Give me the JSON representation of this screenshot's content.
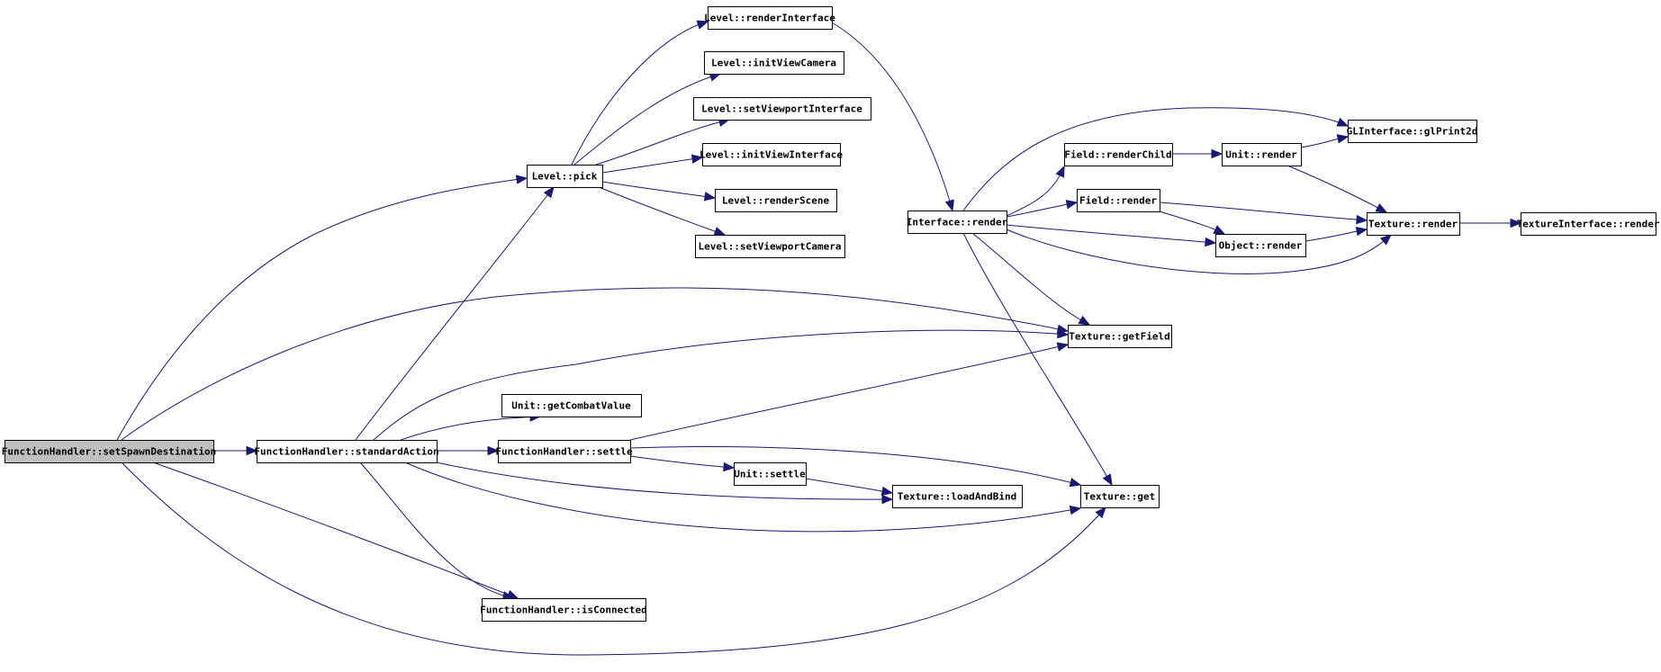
{
  "graph": {
    "title": "",
    "colors": {
      "edge": "#191970",
      "root_fill": "#bfbfbf",
      "node_fill": "#ffffff",
      "node_border": "#000000"
    },
    "nodes": [
      {
        "id": "setSpawnDestination",
        "label": "FunctionHandler::setSpawnDestination",
        "root": true
      },
      {
        "id": "standardAction",
        "label": "FunctionHandler::standardAction"
      },
      {
        "id": "pick",
        "label": "Level::pick"
      },
      {
        "id": "renderInterface",
        "label": "Level::renderInterface"
      },
      {
        "id": "initViewCamera",
        "label": "Level::initViewCamera"
      },
      {
        "id": "setViewportInterface",
        "label": "Level::setViewportInterface"
      },
      {
        "id": "initViewInterface",
        "label": "Level::initViewInterface"
      },
      {
        "id": "renderScene",
        "label": "Level::renderScene"
      },
      {
        "id": "setViewportCamera",
        "label": "Level::setViewportCamera"
      },
      {
        "id": "interfaceRender",
        "label": "Interface::render"
      },
      {
        "id": "fieldRenderChild",
        "label": "Field::renderChild"
      },
      {
        "id": "fieldRender",
        "label": "Field::render"
      },
      {
        "id": "unitRender",
        "label": "Unit::render"
      },
      {
        "id": "objectRender",
        "label": "Object::render"
      },
      {
        "id": "glPrint2d",
        "label": "GLInterface::glPrint2d"
      },
      {
        "id": "textureRender",
        "label": "Texture::render"
      },
      {
        "id": "textureInterfaceRender",
        "label": "TextureInterface::render"
      },
      {
        "id": "getField",
        "label": "Texture::getField"
      },
      {
        "id": "getCombatValue",
        "label": "Unit::getCombatValue"
      },
      {
        "id": "fhSettle",
        "label": "FunctionHandler::settle"
      },
      {
        "id": "unitSettle",
        "label": "Unit::settle"
      },
      {
        "id": "loadAndBind",
        "label": "Texture::loadAndBind"
      },
      {
        "id": "textureGet",
        "label": "Texture::get"
      },
      {
        "id": "isConnected",
        "label": "FunctionHandler::isConnected"
      }
    ],
    "edges": [
      {
        "from": "setSpawnDestination",
        "to": "pick"
      },
      {
        "from": "setSpawnDestination",
        "to": "getField"
      },
      {
        "from": "setSpawnDestination",
        "to": "standardAction"
      },
      {
        "from": "setSpawnDestination",
        "to": "isConnected"
      },
      {
        "from": "setSpawnDestination",
        "to": "textureGet"
      },
      {
        "from": "standardAction",
        "to": "pick"
      },
      {
        "from": "standardAction",
        "to": "getField"
      },
      {
        "from": "standardAction",
        "to": "getCombatValue"
      },
      {
        "from": "standardAction",
        "to": "fhSettle"
      },
      {
        "from": "standardAction",
        "to": "loadAndBind"
      },
      {
        "from": "standardAction",
        "to": "textureGet"
      },
      {
        "from": "standardAction",
        "to": "isConnected"
      },
      {
        "from": "pick",
        "to": "renderInterface"
      },
      {
        "from": "pick",
        "to": "initViewCamera"
      },
      {
        "from": "pick",
        "to": "setViewportInterface"
      },
      {
        "from": "pick",
        "to": "initViewInterface"
      },
      {
        "from": "pick",
        "to": "renderScene"
      },
      {
        "from": "pick",
        "to": "setViewportCamera"
      },
      {
        "from": "renderInterface",
        "to": "interfaceRender"
      },
      {
        "from": "interfaceRender",
        "to": "glPrint2d"
      },
      {
        "from": "interfaceRender",
        "to": "fieldRenderChild"
      },
      {
        "from": "interfaceRender",
        "to": "fieldRender"
      },
      {
        "from": "interfaceRender",
        "to": "objectRender"
      },
      {
        "from": "interfaceRender",
        "to": "textureRender"
      },
      {
        "from": "interfaceRender",
        "to": "getField"
      },
      {
        "from": "interfaceRender",
        "to": "textureGet"
      },
      {
        "from": "fieldRenderChild",
        "to": "unitRender"
      },
      {
        "from": "unitRender",
        "to": "glPrint2d"
      },
      {
        "from": "unitRender",
        "to": "textureRender"
      },
      {
        "from": "fieldRender",
        "to": "textureRender"
      },
      {
        "from": "fieldRender",
        "to": "objectRender"
      },
      {
        "from": "objectRender",
        "to": "textureRender"
      },
      {
        "from": "textureRender",
        "to": "textureInterfaceRender"
      },
      {
        "from": "fhSettle",
        "to": "getField"
      },
      {
        "from": "fhSettle",
        "to": "unitSettle"
      },
      {
        "from": "fhSettle",
        "to": "textureGet"
      },
      {
        "from": "unitSettle",
        "to": "loadAndBind"
      }
    ]
  }
}
